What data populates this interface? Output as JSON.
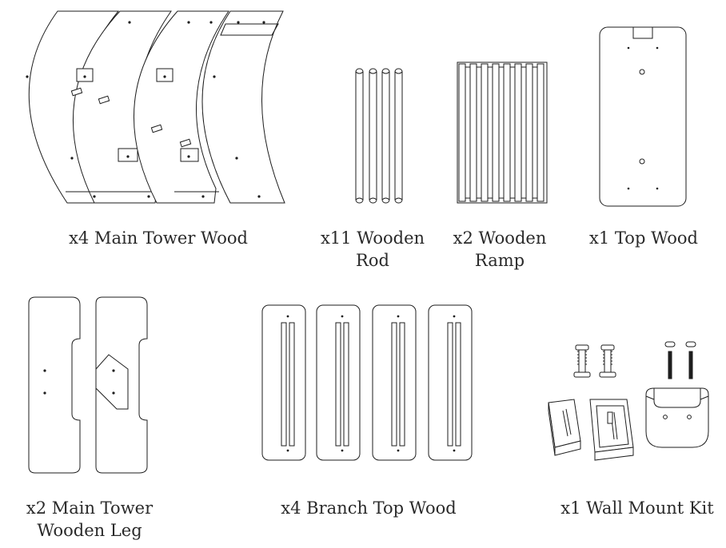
{
  "labels": {
    "main_tower_wood": "x4 Main Tower Wood",
    "wooden_rod_line1": "x11 Wooden",
    "wooden_rod_line2": "Rod",
    "wooden_ramp_line1": "x2 Wooden",
    "wooden_ramp_line2": "Ramp",
    "top_wood": "x1 Top Wood",
    "tower_leg_line1": "x2 Main Tower",
    "tower_leg_line2": "Wooden Leg",
    "branch_top_wood": "x4 Branch Top Wood",
    "wall_mount_kit": "x1 Wall Mount Kit"
  }
}
